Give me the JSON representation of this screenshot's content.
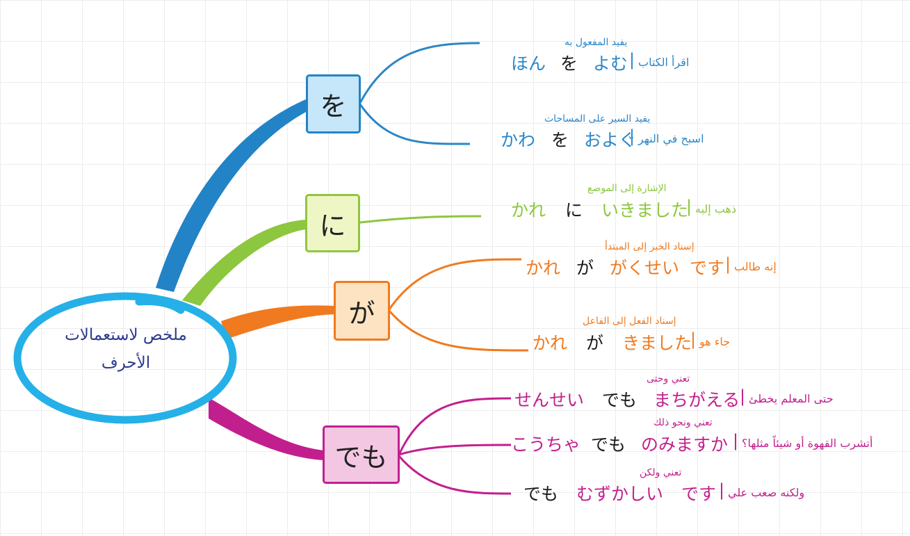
{
  "center": {
    "line1": "ملخص لاستعمالات",
    "line2": "الأحرف"
  },
  "colors": {
    "blue": "#2b86c8",
    "green": "#8dc63f",
    "orange": "#f07a1f",
    "magenta": "#c21f8e",
    "ring": "#25b0e8",
    "black": "#1a1a1a"
  },
  "nodes": [
    {
      "kana": "を",
      "sentences": [
        {
          "note": "يفيد المفعول به",
          "w1": "ほん",
          "particle": "を",
          "w2": "よむ",
          "w3": "",
          "arabic": "اقرأ الكتاب"
        },
        {
          "note": "يفيد السير على المساحات",
          "w1": "かわ",
          "particle": "を",
          "w2": "およぐ",
          "w3": "",
          "arabic": "اسبح في النهر"
        }
      ]
    },
    {
      "kana": "に",
      "sentences": [
        {
          "note": "الإشارة إلى الموضع",
          "w1": "かれ",
          "particle": "に",
          "w2": "いきました",
          "w3": "",
          "arabic": "ذهب إليه"
        }
      ]
    },
    {
      "kana": "が",
      "sentences": [
        {
          "note": "إسناد الخبر إلى المبتدأ",
          "w1": "かれ",
          "particle": "が",
          "w2": "がくせい",
          "w3": "です",
          "arabic": "إنه طالب"
        },
        {
          "note": "إسناد الفعل إلى الفاعل",
          "w1": "かれ",
          "particle": "が",
          "w2": "きました",
          "w3": "",
          "arabic": "جاء هو"
        }
      ]
    },
    {
      "kana": "でも",
      "sentences": [
        {
          "note": "تعني وحتى",
          "w1": "せんせい",
          "particle": "でも",
          "w2": "まちがえる",
          "w3": "",
          "arabic": "حتى المعلم يخطئ"
        },
        {
          "note": "تعني ونحو ذلك",
          "w1": "こうちゃ",
          "particle": "でも",
          "w2": "のみますか",
          "w3": "",
          "arabic": "أتشرب القهوة أو شيئاً مثلها؟"
        },
        {
          "note": "تعني ولكن",
          "w1": "",
          "particle": "でも",
          "w2": "むずかしい",
          "w3": "です",
          "arabic": "ولكنه صعب علي"
        }
      ]
    }
  ]
}
